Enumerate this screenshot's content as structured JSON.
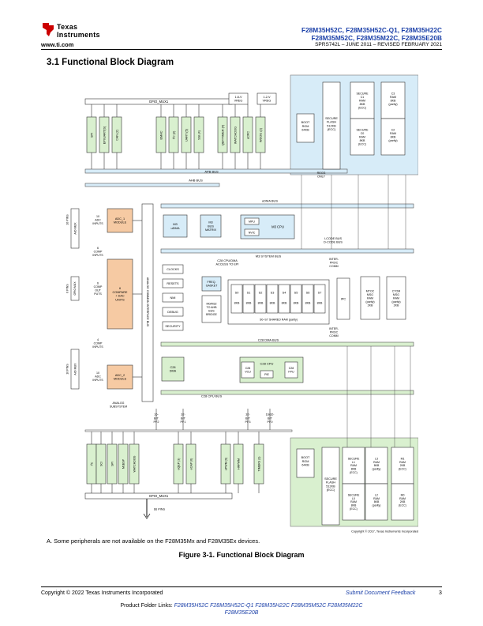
{
  "header": {
    "company_line1": "Texas",
    "company_line2": "Instruments",
    "website": "www.ti.com",
    "parts_line1": "F28M35H52C, F28M35H52C-Q1, F28M35H22C",
    "parts_line2": "F28M35M52C, F28M35M22C, F28M35E20B",
    "doc_id": "SPRS742L – JUNE 2011 – REVISED FEBRUARY 2021"
  },
  "section_title": "3.1 Functional Block Diagram",
  "diagram": {
    "gpio_mux_top": "GPIO_MUX1",
    "gpio_mux_bottom": "GPIO_MUX1",
    "vreg_18": "1.8-V\nVREG",
    "vreg_12": "1.2-V\nVREG",
    "peripherals_top": [
      "SPI",
      "EPI/UART(S)",
      "CAN (2)",
      "EMAC",
      "I²C (2)",
      "UART (5)",
      "SSI (4)",
      "QEP/TIMER (4)",
      "WATCHDOG",
      "uCRC",
      "WDOG (2)"
    ],
    "apb_bus": "APB BUS",
    "ahb_bus": "AHB BUS",
    "udma_bus": "uDMA BUS",
    "regs_only": "REGS\nONLY",
    "boot_rom_top": "BOOT\nROM\n\n64KB",
    "secure_flash_top": "SECURE\nFLASH\n\n512KB\n(ECC)",
    "secure_c1": "SECURE\nC1\nRAM\n8KB\n(ECC)",
    "secure_c0": "SECURE\nC0\nRAM\n8KB\n(ECC)",
    "c3_ram": "C3\n\nRAM\n8KB\n(parity)",
    "c2_ram": "C2\n\nRAM\n8KB\n(parity)",
    "m3_udma": "M3\nuDMA",
    "m3_bus_matrix": "M3\nBUS\nMATRIX",
    "mpu": "MPU",
    "nvic": "NVIC",
    "m3_cpu": "M3  CPU",
    "icode_dcode": "I-CODE BUS\nD-CODE BUS",
    "m3_system_bus": "M3 SYSTEM BUS",
    "ten_pins_top": "10 PINS",
    "analog_mux_top": "AIO MUX",
    "adc1_inputs": "10\nADC\nINPUTS",
    "adc1_module": "ADC_1\nMODULE",
    "comp_inputs_1": "6\nCOMP\nINPUTS",
    "six_pins": "6 PINS",
    "comp_out_puts": "6\nCOMP\nOUT\nPUTS",
    "compare_dac": "6\nCOMPARE\n+ DAC\nUNITS",
    "comp_inputs_2": "4\nCOMP\nINPUTS",
    "ten_pins_bottom": "10 PINS",
    "analog_mux_bottom": "AIO MUX",
    "adc2_inputs": "10\nADC\nINPUTS",
    "adc2_module": "ADC_2\nMODULE",
    "analog_subsystem": "ANALOG\nSUBSYSTEM",
    "analog_common_bus": "ANALOG COMMON INTERFACE BUS",
    "c28_cpu_dma_access": "C28 CPU/DMA\nACCESS TO EPI",
    "sys_blocks": [
      "CLOCKS",
      "RESETS",
      "NMI",
      "DEBUG",
      "SECURITY"
    ],
    "freq_gasket": "FREQ.\nGASKET",
    "m0_bridge": "M0/M32\nTO AHB\nBUS\nBRIDGE",
    "shared_ram_labels": [
      "S0",
      "S1",
      "S2",
      "S3",
      "S4",
      "S5",
      "S6",
      "S7"
    ],
    "shared_ram_size": "8KB",
    "shared_ram_caption": "S0–S7 SHARED RAM (parity)",
    "inter_proc_comm_top": "INTER-\nPROC\nCOMM",
    "ipc": "IPC",
    "inter_proc_comm_bottom": "INTER-\nPROC\nCOMM",
    "mtoc_ram": "MTOC\nMSG\nRAM\n(parity)\n2KB",
    "ctom_ram": "CTOM\nMSG\nRAM\n(parity)\n2KB",
    "c28_dma_bus": "C28 DMA BUS",
    "c28_dma": "C28\nDMA",
    "c28_vcu": "C28\nVCU",
    "c28_cpu": "C28  CPU",
    "pie": "PIE",
    "c28_fpu": "C28\nFPU",
    "c28_cpu_bus": "C28 CPU BUS",
    "pf_labels": [
      "16-\nBIT\nPF2",
      "32-\nBIT\nPF1",
      "32-\nBIT\nPF3",
      "16/32-\nBIT\nPF0"
    ],
    "peripherals_bottom": [
      "I²C",
      "SCI",
      "SPI",
      "McBSP",
      "WATCHDOG",
      "eQEP (3)",
      "eCAP (6)",
      "ePWM (9)",
      "HRPWM",
      "TIMERS (3)"
    ],
    "sixty_six_pins": "66 PINS",
    "boot_rom_bottom": "BOOT\nROM\n\n64KB",
    "secure_flash_bottom": "SECURE\nFLASH\n\n512KB\n(ECC)",
    "secure_l1": "SECURE\nL1\nRAM\n8KB\n(ECC)",
    "secure_l0": "SECURE\nL0\nRAM\n8KB\n(ECC)",
    "l3_ram": "L3\n\nRAM\n8KB\n(parity)",
    "l2_ram": "L2\n\nRAM\n8KB\n(parity)",
    "m1_ram": "M1\n\nRAM\n2KB\n(ECC)",
    "m0_ram": "M0\n\nRAM\n2KB\n(ECC)",
    "copyright_diagram": "Copyright © 2017, Texas Instruments Incorporated"
  },
  "footnote": "A.    Some peripherals are not available on the F28M35Mx and F28M35Ex devices.",
  "figure_caption": "Figure 3-1. Functional Block Diagram",
  "footer": {
    "copyright": "Copyright © 2022 Texas Instruments Incorporated",
    "feedback": "Submit Document Feedback",
    "page_number": "3",
    "folder_label": "Product Folder Links:",
    "folder_links_line1": "F28M35H52C F28M35H52C-Q1 F28M35H22C F28M35M52C F28M35M22C",
    "folder_links_line2": "F28M35E20B"
  },
  "colors": {
    "blue_bg": "#d7ecf8",
    "green_bg": "#d9f0cf",
    "orange_bg": "#f6caa3",
    "title_blue": "#1a3fa8",
    "ti_red": "#cc0000"
  }
}
